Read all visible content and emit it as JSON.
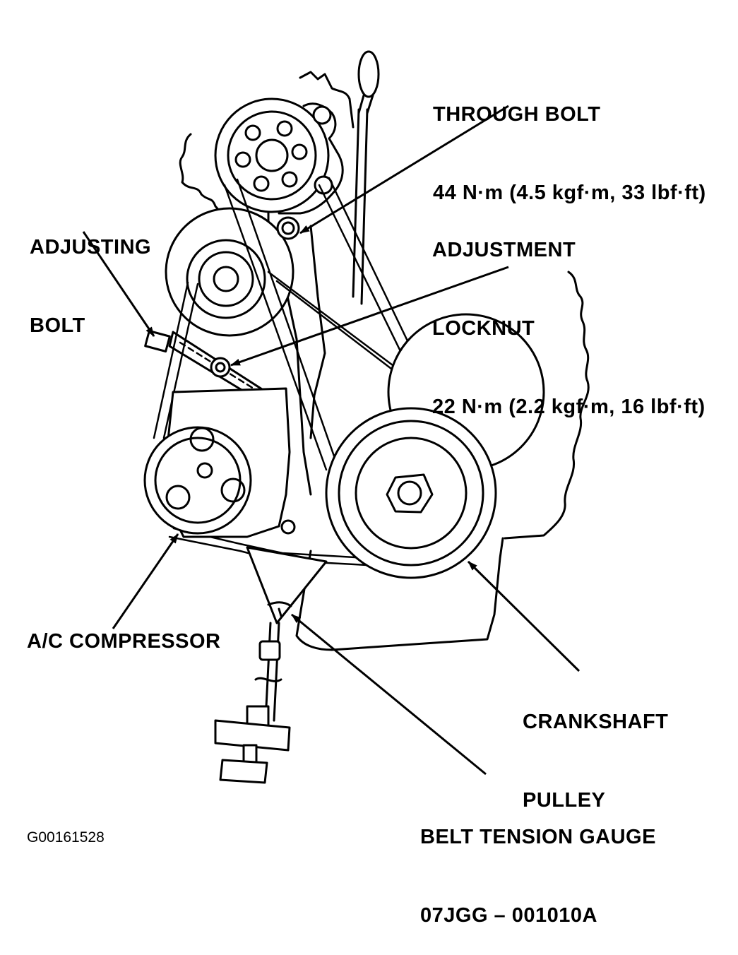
{
  "labels": {
    "through_bolt": {
      "name": "THROUGH BOLT",
      "torque": "44 N·m (4.5 kgf·m, 33 lbf·ft)"
    },
    "adjusting_bolt": {
      "line1": "ADJUSTING",
      "line2": "BOLT"
    },
    "adjustment_locknut": {
      "line1": "ADJUSTMENT",
      "line2": "LOCKNUT",
      "torque": "22 N·m (2.2 kgf·m, 16 lbf·ft)"
    },
    "ac_compressor": "A/C COMPRESSOR",
    "crankshaft_pulley": {
      "line1": "CRANKSHAFT",
      "line2": "PULLEY"
    },
    "belt_tension_gauge": {
      "line1": "BELT TENSION GAUGE",
      "line2": "07JGG – 001010A"
    }
  },
  "figure_code": "G00161528"
}
